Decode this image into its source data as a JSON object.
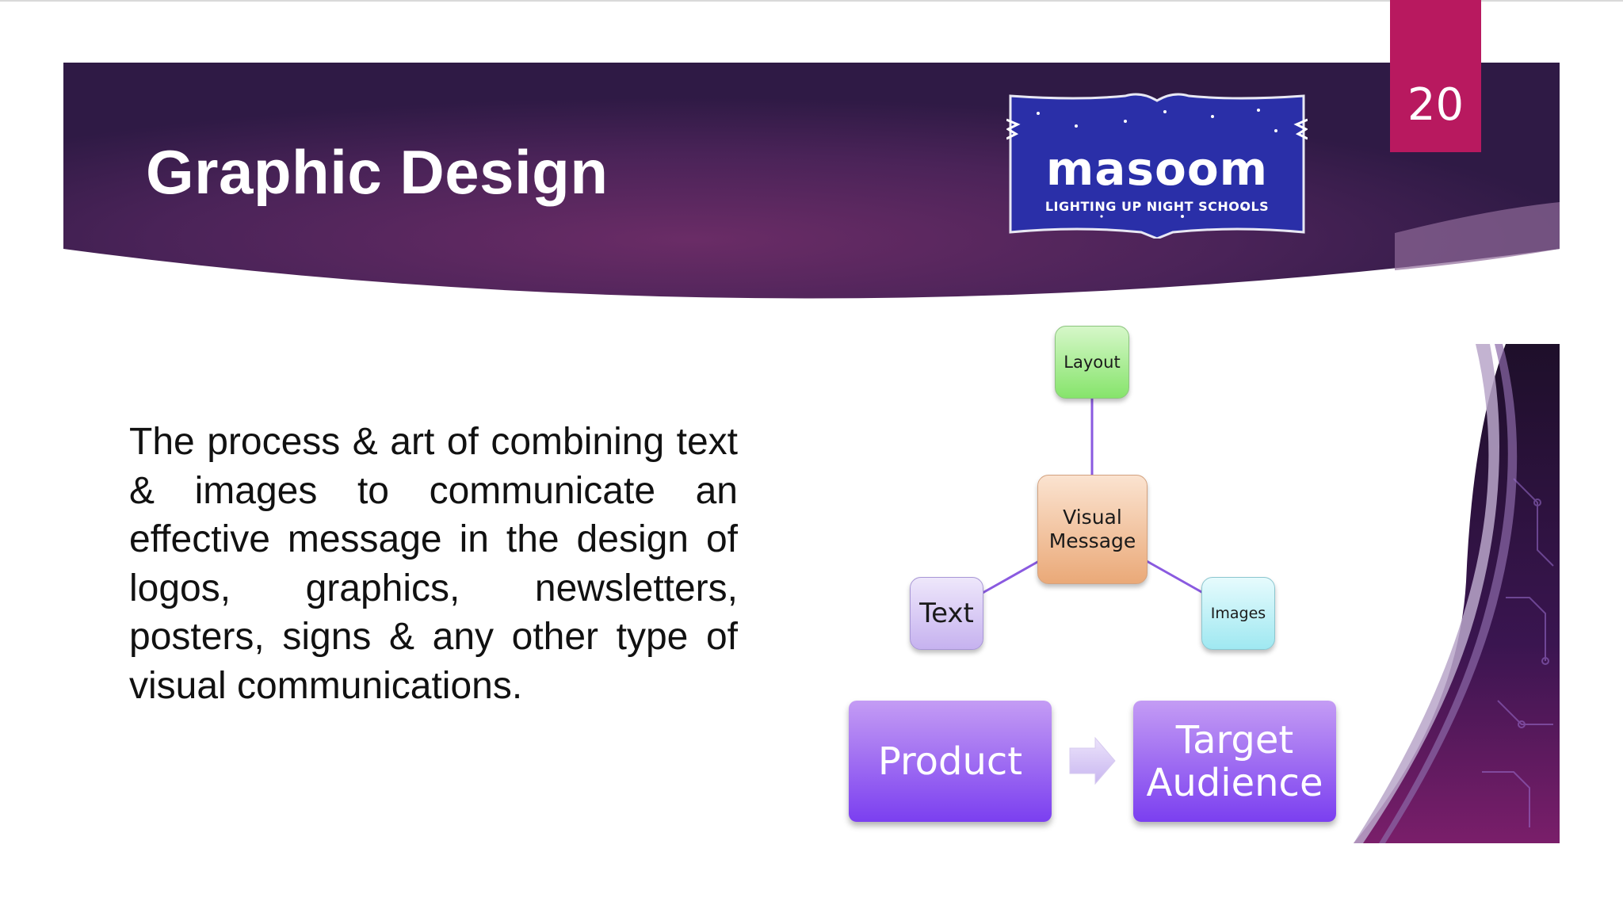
{
  "slide": {
    "title": "Graphic Design",
    "number": "20"
  },
  "logo": {
    "name": "masoom",
    "tagline": "LIGHTING UP NIGHT SCHOOLS"
  },
  "body": {
    "paragraph": "The process & art of combining text & images to communicate an effective message in the design of logos, graphics, newsletters, posters, signs & any other type of visual communications."
  },
  "diagram": {
    "center": [
      "Visual",
      "Message"
    ],
    "top": "Layout",
    "left": "Text",
    "right": "Images",
    "flow": {
      "from": "Product",
      "to": [
        "Target",
        "Audience"
      ]
    }
  },
  "colors": {
    "banner": "#4a2358",
    "accent_tab": "#b8195f",
    "logo_bg": "#2a2fa8",
    "flow_box": "#8a4ff0"
  }
}
